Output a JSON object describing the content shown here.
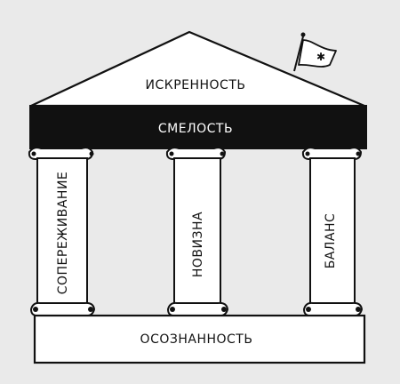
{
  "roof": {
    "label": "ИСКРЕННОСТЬ"
  },
  "beam": {
    "label": "СМЕЛОСТЬ"
  },
  "columns": [
    {
      "label": "СОПЕРЕЖИВАНИЕ"
    },
    {
      "label": "НОВИЗНА"
    },
    {
      "label": "БАЛАНС"
    }
  ],
  "base": {
    "label": "ОСОЗНАННОСТЬ"
  },
  "colors": {
    "background": "#eaeaea",
    "ink": "#111111",
    "paper": "#ffffff",
    "beam_fill": "#111111",
    "beam_text": "#ffffff"
  },
  "icons": {
    "flag": "star-flag-icon"
  }
}
